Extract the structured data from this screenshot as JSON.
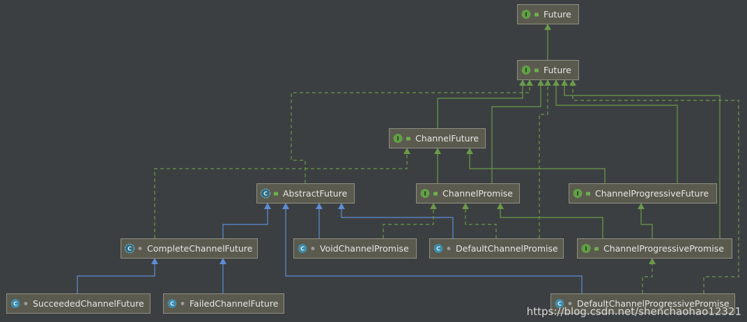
{
  "nodes": [
    {
      "id": "future_top",
      "label": "Future",
      "kind": "interface"
    },
    {
      "id": "future",
      "label": "Future",
      "kind": "interface"
    },
    {
      "id": "channel_future",
      "label": "ChannelFuture",
      "kind": "interface"
    },
    {
      "id": "abstract_future",
      "label": "AbstractFuture",
      "kind": "abstract-class"
    },
    {
      "id": "channel_promise",
      "label": "ChannelPromise",
      "kind": "interface"
    },
    {
      "id": "channel_progressive_future",
      "label": "ChannelProgressiveFuture",
      "kind": "interface"
    },
    {
      "id": "complete_channel_future",
      "label": "CompleteChannelFuture",
      "kind": "abstract-class"
    },
    {
      "id": "void_channel_promise",
      "label": "VoidChannelPromise",
      "kind": "class"
    },
    {
      "id": "default_channel_promise",
      "label": "DefaultChannelPromise",
      "kind": "class"
    },
    {
      "id": "channel_progressive_promise",
      "label": "ChannelProgressivePromise",
      "kind": "interface"
    },
    {
      "id": "succeeded_channel_future",
      "label": "SucceededChannelFuture",
      "kind": "class"
    },
    {
      "id": "failed_channel_future",
      "label": "FailedChannelFuture",
      "kind": "class"
    },
    {
      "id": "default_channel_progressive_promise",
      "label": "DefaultChannelProgressivePromise",
      "kind": "class"
    }
  ],
  "edges": [
    {
      "from": "future",
      "to": "future_top",
      "type": "interface-extends"
    },
    {
      "from": "channel_future",
      "to": "future",
      "type": "interface-extends"
    },
    {
      "from": "channel_promise",
      "to": "future",
      "type": "interface-extends"
    },
    {
      "from": "channel_progressive_future",
      "to": "future",
      "type": "interface-extends"
    },
    {
      "from": "channel_progressive_promise",
      "to": "future",
      "type": "interface-extends"
    },
    {
      "from": "abstract_future",
      "to": "future",
      "type": "implements"
    },
    {
      "from": "default_channel_promise",
      "to": "future",
      "type": "implements"
    },
    {
      "from": "default_channel_progressive_promise",
      "to": "future",
      "type": "implements"
    },
    {
      "from": "channel_promise",
      "to": "channel_future",
      "type": "interface-extends"
    },
    {
      "from": "channel_progressive_future",
      "to": "channel_future",
      "type": "interface-extends"
    },
    {
      "from": "complete_channel_future",
      "to": "channel_future",
      "type": "implements"
    },
    {
      "from": "complete_channel_future",
      "to": "abstract_future",
      "type": "class-extends"
    },
    {
      "from": "void_channel_promise",
      "to": "abstract_future",
      "type": "class-extends"
    },
    {
      "from": "default_channel_promise",
      "to": "abstract_future",
      "type": "class-extends"
    },
    {
      "from": "default_channel_progressive_promise",
      "to": "abstract_future",
      "type": "class-extends"
    },
    {
      "from": "void_channel_promise",
      "to": "channel_promise",
      "type": "implements"
    },
    {
      "from": "default_channel_promise",
      "to": "channel_promise",
      "type": "implements"
    },
    {
      "from": "channel_progressive_promise",
      "to": "channel_promise",
      "type": "interface-extends"
    },
    {
      "from": "channel_progressive_promise",
      "to": "channel_progressive_future",
      "type": "interface-extends"
    },
    {
      "from": "default_channel_progressive_promise",
      "to": "channel_progressive_promise",
      "type": "implements"
    },
    {
      "from": "succeeded_channel_future",
      "to": "complete_channel_future",
      "type": "class-extends"
    },
    {
      "from": "failed_channel_future",
      "to": "complete_channel_future",
      "type": "class-extends"
    }
  ],
  "watermark": "https://blog.csdn.net/shenchaohao12321"
}
